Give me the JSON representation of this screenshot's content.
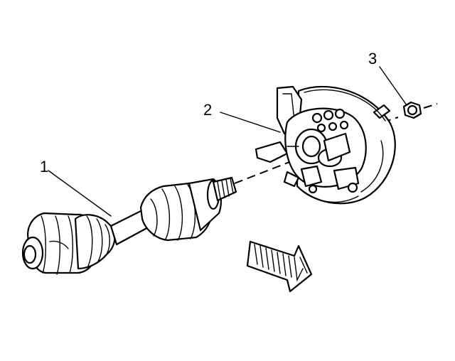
{
  "callouts": [
    {
      "id": "1",
      "label": "1"
    },
    {
      "id": "2",
      "label": "2"
    },
    {
      "id": "3",
      "label": "3"
    }
  ],
  "parts": {
    "drive_axle": "drive-axle-shaft",
    "hub_knuckle": "steering-knuckle-hub-assembly",
    "hub_nut": "axle-nut"
  },
  "direction_arrow": "front-direction-arrow"
}
